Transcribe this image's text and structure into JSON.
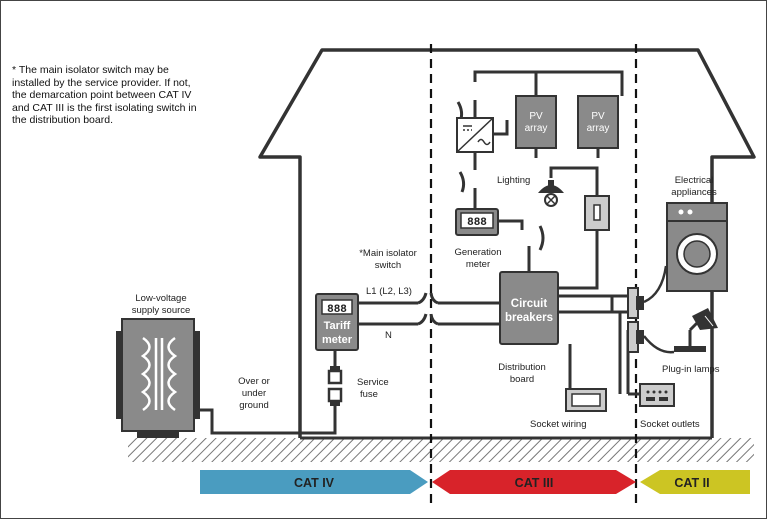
{
  "note": "* The main isolator switch may be installed by the service provider. If not, the demarcation point between CAT IV and CAT III is the first isolating switch in the distribution board.",
  "labels": {
    "low_voltage_1": "Low-voltage",
    "low_voltage_2": "supply source",
    "over_1": "Over or",
    "over_2": "under",
    "over_3": "ground",
    "tariff_display": "888",
    "tariff_1": "Tariff",
    "tariff_2": "meter",
    "service_1": "Service",
    "service_2": "fuse",
    "isolator_1": "*Main isolator",
    "isolator_2": "switch",
    "l1": "L1 (L2, L3)",
    "n": "N",
    "pv_a1": "PV",
    "pv_a2": "array",
    "pv_b1": "PV",
    "pv_b2": "array",
    "lighting": "Lighting",
    "gen_display": "888",
    "gen_1": "Generation",
    "gen_2": "meter",
    "cb_1": "Circuit",
    "cb_2": "breakers",
    "dist_1": "Distribution",
    "dist_2": "board",
    "socket_wiring": "Socket wiring",
    "appliances_1": "Electrical",
    "appliances_2": "appliances",
    "plugin_lamps": "Plug-in lamps",
    "socket_outlets": "Socket outlets"
  },
  "categories": {
    "cat4": "CAT IV",
    "cat3": "CAT III",
    "cat2": "CAT II"
  },
  "colors": {
    "cat4": "#4a9cc0",
    "cat3": "#d8232a",
    "cat2": "#ccc523",
    "line": "#333333",
    "fill_gray": "#8a8a8a"
  }
}
